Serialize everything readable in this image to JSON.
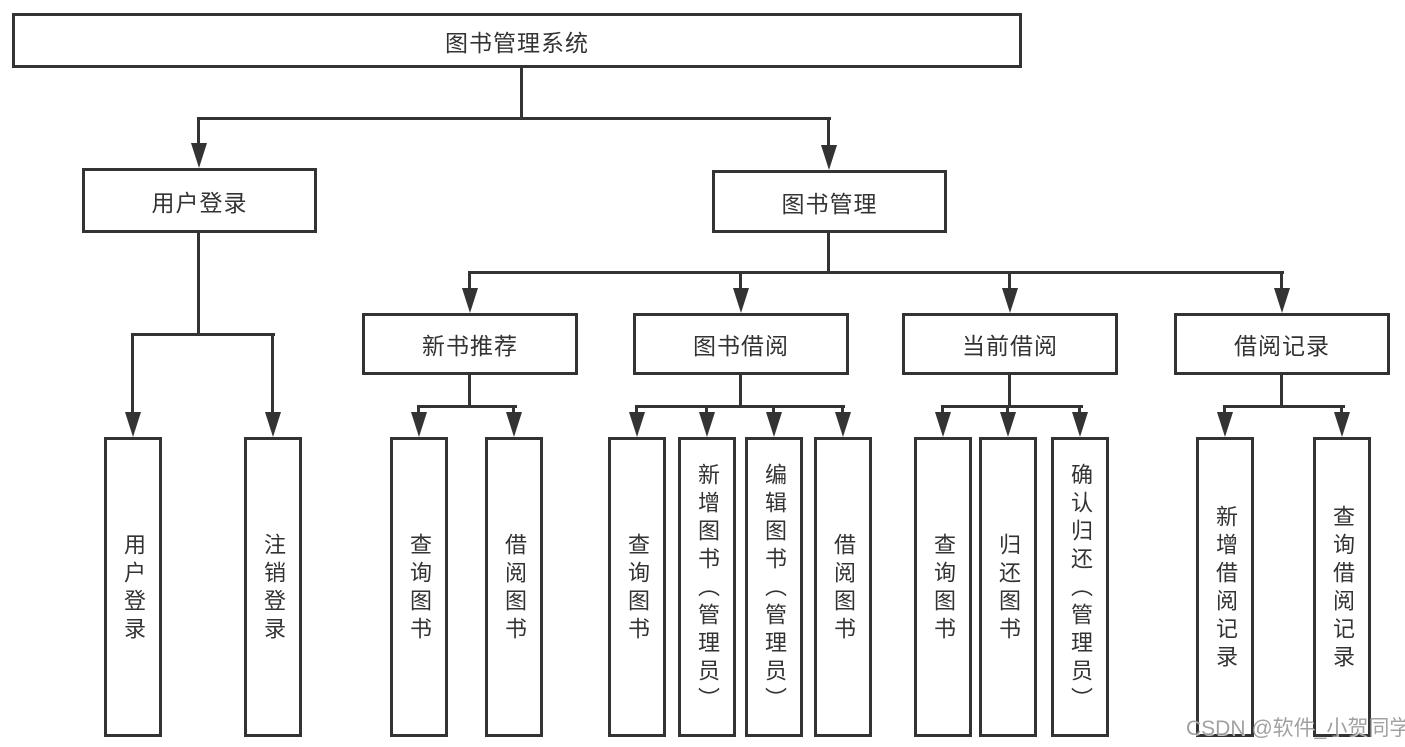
{
  "watermark": "CSDN @软件_小贺同学",
  "colors": {
    "line": "#333333",
    "box_border": "#333333",
    "text": "#333333",
    "background": "#ffffff",
    "watermark": "#919191"
  },
  "tree": {
    "root": {
      "label": "图书管理系统",
      "children": [
        {
          "label": "用户登录",
          "children": [
            {
              "label": "用户登录"
            },
            {
              "label": "注销登录"
            }
          ]
        },
        {
          "label": "图书管理",
          "children": [
            {
              "label": "新书推荐",
              "children": [
                {
                  "label": "查询图书"
                },
                {
                  "label": "借阅图书"
                }
              ]
            },
            {
              "label": "图书借阅",
              "children": [
                {
                  "label": "查询图书"
                },
                {
                  "label": "新增图书（管理员）"
                },
                {
                  "label": "编辑图书（管理员）"
                },
                {
                  "label": "借阅图书"
                }
              ]
            },
            {
              "label": "当前借阅",
              "children": [
                {
                  "label": "查询图书"
                },
                {
                  "label": "归还图书"
                },
                {
                  "label": "确认归还（管理员）"
                }
              ]
            },
            {
              "label": "借阅记录",
              "children": [
                {
                  "label": "新增借阅记录"
                },
                {
                  "label": "查询借阅记录"
                }
              ]
            }
          ]
        }
      ]
    }
  }
}
